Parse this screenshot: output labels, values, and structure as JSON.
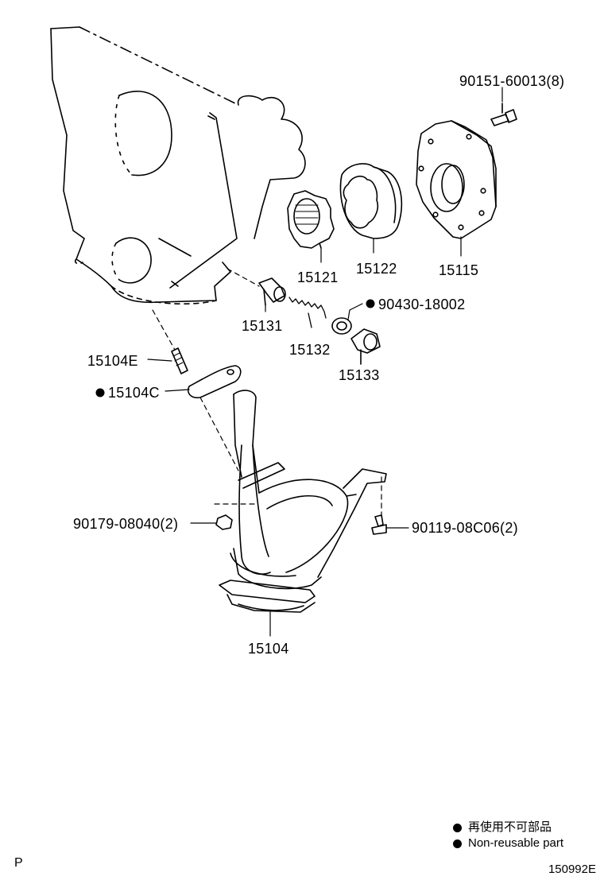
{
  "parts": {
    "p90151": "90151-60013(8)",
    "p15121": "15121",
    "p15122": "15122",
    "p15115": "15115",
    "p90430": "90430-18002",
    "p15131": "15131",
    "p15132": "15132",
    "p15133": "15133",
    "p15104E": "15104E",
    "p15104C": "15104C",
    "p90179": "90179-08040(2)",
    "p90119": "90119-08C06(2)",
    "p15104": "15104"
  },
  "legend": {
    "japanese": "再使用不可部品",
    "english": "Non-reusable part"
  },
  "corner_mark": "P",
  "diagram_code": "150992E"
}
